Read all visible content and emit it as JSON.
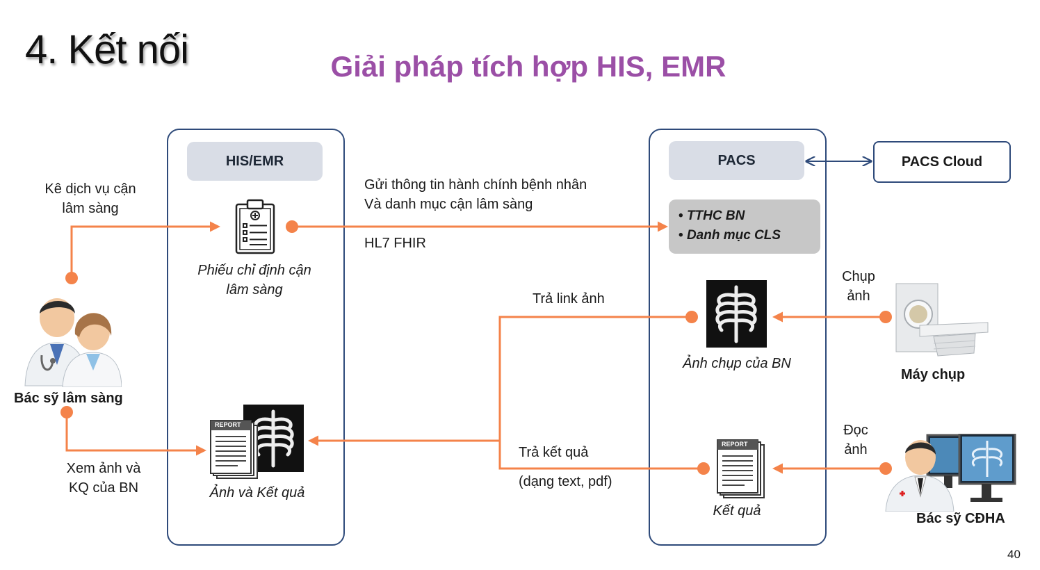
{
  "slide": {
    "title": "4. Kết nối",
    "subtitle": "Giải pháp tích hợp HIS, EMR",
    "page_number": "40"
  },
  "his": {
    "header": "HIS/EMR",
    "order_caption_1": "Phiếu chỉ định cận",
    "order_caption_2": "lâm sàng",
    "result_caption": "Ảnh và Kết quả"
  },
  "pacs": {
    "header": "PACS",
    "bullets": [
      "TTHC BN",
      "Danh mục CLS"
    ],
    "image_caption": "Ảnh chụp của BN",
    "result_caption": "Kết quả"
  },
  "cloud": {
    "label": "PACS Cloud"
  },
  "clinician": {
    "label": "Bác sỹ lâm sàng",
    "order_1": "Kê dịch vụ cận",
    "order_2": "lâm sàng",
    "view_1": "Xem ảnh và",
    "view_2": "KQ của BN"
  },
  "flows": {
    "send_1": "Gửi thông tin hành chính bệnh nhân",
    "send_2": "Và danh mục cận lâm sàng",
    "protocol": "HL7 FHIR",
    "return_link": "Trả link ảnh",
    "return_result": "Trả kết quả",
    "return_format": "(dạng text, pdf)"
  },
  "scanner": {
    "label": "Máy chụp",
    "action_1": "Chụp",
    "action_2": "ảnh"
  },
  "radiologist": {
    "label": "Bác sỹ CĐHA",
    "action_1": "Đọc",
    "action_2": "ảnh"
  },
  "report_tag": "REPORT",
  "colors": {
    "accent": "#f4834a",
    "panel_border": "#2e4a7a",
    "title_purple": "#9b4fa6",
    "header_fill": "#d9dde6"
  },
  "icons": [
    "clipboard-icon",
    "xray-chest-icon",
    "report-document-icon",
    "doctors-icon",
    "ct-scanner-icon",
    "radiologist-icon"
  ]
}
